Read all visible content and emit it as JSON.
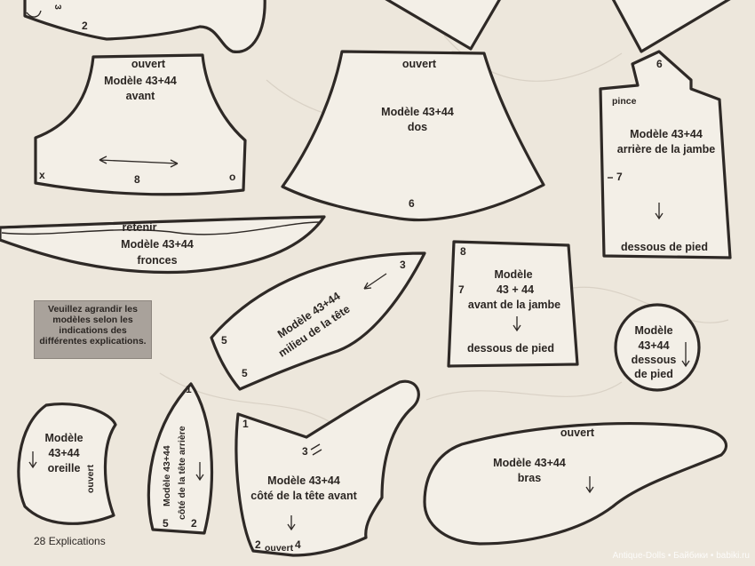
{
  "pieces": {
    "front": {
      "top": "ouvert",
      "model": "Modèle 43+44",
      "name": "avant",
      "mark_x": "x",
      "mark_8": "8",
      "mark_o": "o"
    },
    "back": {
      "top": "ouvert",
      "model": "Modèle 43+44",
      "name": "dos",
      "mark_6": "6"
    },
    "leg_back": {
      "mark_6": "6",
      "pince": "pince",
      "model": "Modèle 43+44",
      "name": "arrière de la jambe",
      "mark_7": "7",
      "bottom": "dessous de pied"
    },
    "ruffle": {
      "top": "retenir",
      "model": "Modèle 43+44",
      "name": "fronces"
    },
    "head_middle": {
      "model": "Modèle 43+44",
      "name": "milieu de la tête",
      "mark_3": "3",
      "mark_5a": "5",
      "mark_5b": "5"
    },
    "leg_front": {
      "mark_8": "8",
      "mark_7": "7",
      "model_a": "Modèle",
      "model_b": "43 + 44",
      "name": "avant de la jambe",
      "bottom": "dessous de pied"
    },
    "sole": {
      "l1": "Modèle",
      "l2": "43+44",
      "l3": "dessous",
      "l4": "de pied"
    },
    "ear": {
      "model_a": "Modèle",
      "model_b": "43+44",
      "name": "oreille",
      "side": "ouvert"
    },
    "head_side_back": {
      "model": "Modèle 43+44",
      "name": "côté de la tête arrière",
      "mark_1": "1",
      "mark_5": "5",
      "mark_2": "2"
    },
    "head_side_front": {
      "model": "Modèle 43+44",
      "name": "côté de la tête avant",
      "mark_1": "1",
      "mark_3": "3",
      "mark_2": "2",
      "open": "ouvert",
      "mark_4": "4"
    },
    "arm": {
      "top": "ouvert",
      "model": "Modèle 43+44",
      "name": "bras"
    },
    "top_left": {
      "mark_2": "2",
      "mark_3": "3"
    }
  },
  "note": {
    "lines": [
      "Veuillez agrandir les",
      "modèles selon les",
      "indications des",
      "différentes explications."
    ]
  },
  "footer": {
    "page_number": "28",
    "section": "Explications"
  },
  "watermark": "Antique-Dolls • Байбики • babiki.ru"
}
